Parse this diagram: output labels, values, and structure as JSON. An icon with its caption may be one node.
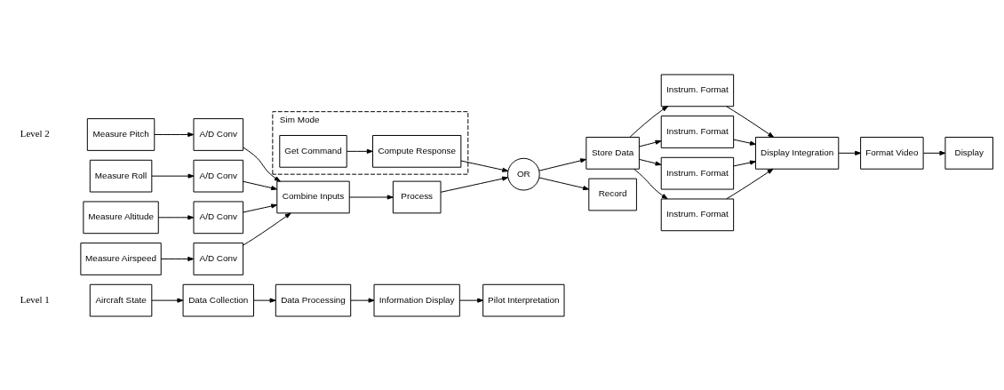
{
  "diagram": {
    "nodes": [
      {
        "text": [
          "Aircraft State"
        ]
      },
      {
        "text": [
          "Data Collection"
        ]
      },
      {
        "text": [
          "Data Processing"
        ]
      },
      {
        "text": [
          "Information Display"
        ]
      },
      {
        "text": [
          "Pilot Interpretation"
        ]
      },
      {
        "text": [
          "Sim Mode"
        ]
      },
      {
        "text": [
          "Get Command"
        ],
        "in": 5
      },
      {
        "text": [
          "Compute Response"
        ],
        "in": 5
      },
      {
        "text": [
          "Measure Pitch"
        ]
      },
      {
        "text": [
          "A/D Conv"
        ]
      },
      {
        "text": [
          "Measure Roll"
        ]
      },
      {
        "text": [
          "A/D Conv"
        ]
      },
      {
        "text": [
          "Measure Altitude"
        ]
      },
      {
        "text": [
          "A/D Conv"
        ]
      },
      {
        "text": [
          "Measure Airspeed"
        ]
      },
      {
        "text": [
          "A/D Conv"
        ]
      },
      {
        "text": [
          "Combine Inputs"
        ]
      },
      {
        "text": [
          "Process"
        ]
      },
      {
        "text": [
          "OR"
        ]
      },
      {
        "text": [
          "Store Data"
        ]
      },
      {
        "text": [
          "Record"
        ]
      },
      {
        "text": [
          "Instrum. Format"
        ]
      },
      {
        "text": [
          "Instrum. Format"
        ]
      },
      {
        "text": [
          "Instrum. Format"
        ]
      },
      {
        "text": [
          "Instrum. Format"
        ]
      },
      {
        "text": [
          "Display Integration"
        ]
      },
      {
        "text": [
          "Format Video"
        ]
      },
      {
        "text": [
          "Display"
        ]
      }
    ],
    "edges": [
      {
        "from": 0,
        "to": 1,
        "arrow": "to"
      },
      {
        "from": 1,
        "to": 2,
        "arrow": "to"
      },
      {
        "from": 2,
        "to": 3,
        "arrow": "to"
      },
      {
        "from": 3,
        "to": 4,
        "arrow": "to"
      },
      {
        "from": 6,
        "to": 7,
        "arrow": "to"
      },
      {
        "from": 7,
        "to": 18,
        "arrow": "to"
      },
      {
        "from": 8,
        "to": 9,
        "arrow": "to"
      },
      {
        "from": 10,
        "to": 11,
        "arrow": "to"
      },
      {
        "from": 12,
        "to": 13,
        "arrow": "to"
      },
      {
        "from": 14,
        "to": 15,
        "arrow": "to"
      },
      {
        "from": 9,
        "to": 16,
        "arrow": "to"
      },
      {
        "from": 11,
        "to": 16,
        "arrow": "to"
      },
      {
        "from": 13,
        "to": 16,
        "arrow": "to"
      },
      {
        "from": 15,
        "to": 16,
        "arrow": "to"
      },
      {
        "from": 16,
        "to": 17,
        "arrow": "to"
      },
      {
        "from": 17,
        "to": 18,
        "arrow": "to"
      },
      {
        "from": 18,
        "to": 19,
        "arrow": "to"
      },
      {
        "from": 18,
        "to": 20,
        "arrow": "to"
      },
      {
        "from": 19,
        "to": 21,
        "arrow": "to"
      },
      {
        "from": 19,
        "to": 22,
        "arrow": "to"
      },
      {
        "from": 19,
        "to": 23,
        "arrow": "to"
      },
      {
        "from": 19,
        "to": 24,
        "arrow": "to"
      },
      {
        "from": 21,
        "to": 25,
        "arrow": "to"
      },
      {
        "from": 22,
        "to": 25,
        "arrow": "to"
      },
      {
        "from": 23,
        "to": 25,
        "arrow": "to"
      },
      {
        "from": 24,
        "to": 25,
        "arrow": "to"
      },
      {
        "from": 25,
        "to": 26,
        "arrow": "to"
      },
      {
        "from": 26,
        "to": 27,
        "arrow": "to"
      }
    ],
    "labels": [
      "Level 1",
      "Level 2"
    ]
  }
}
